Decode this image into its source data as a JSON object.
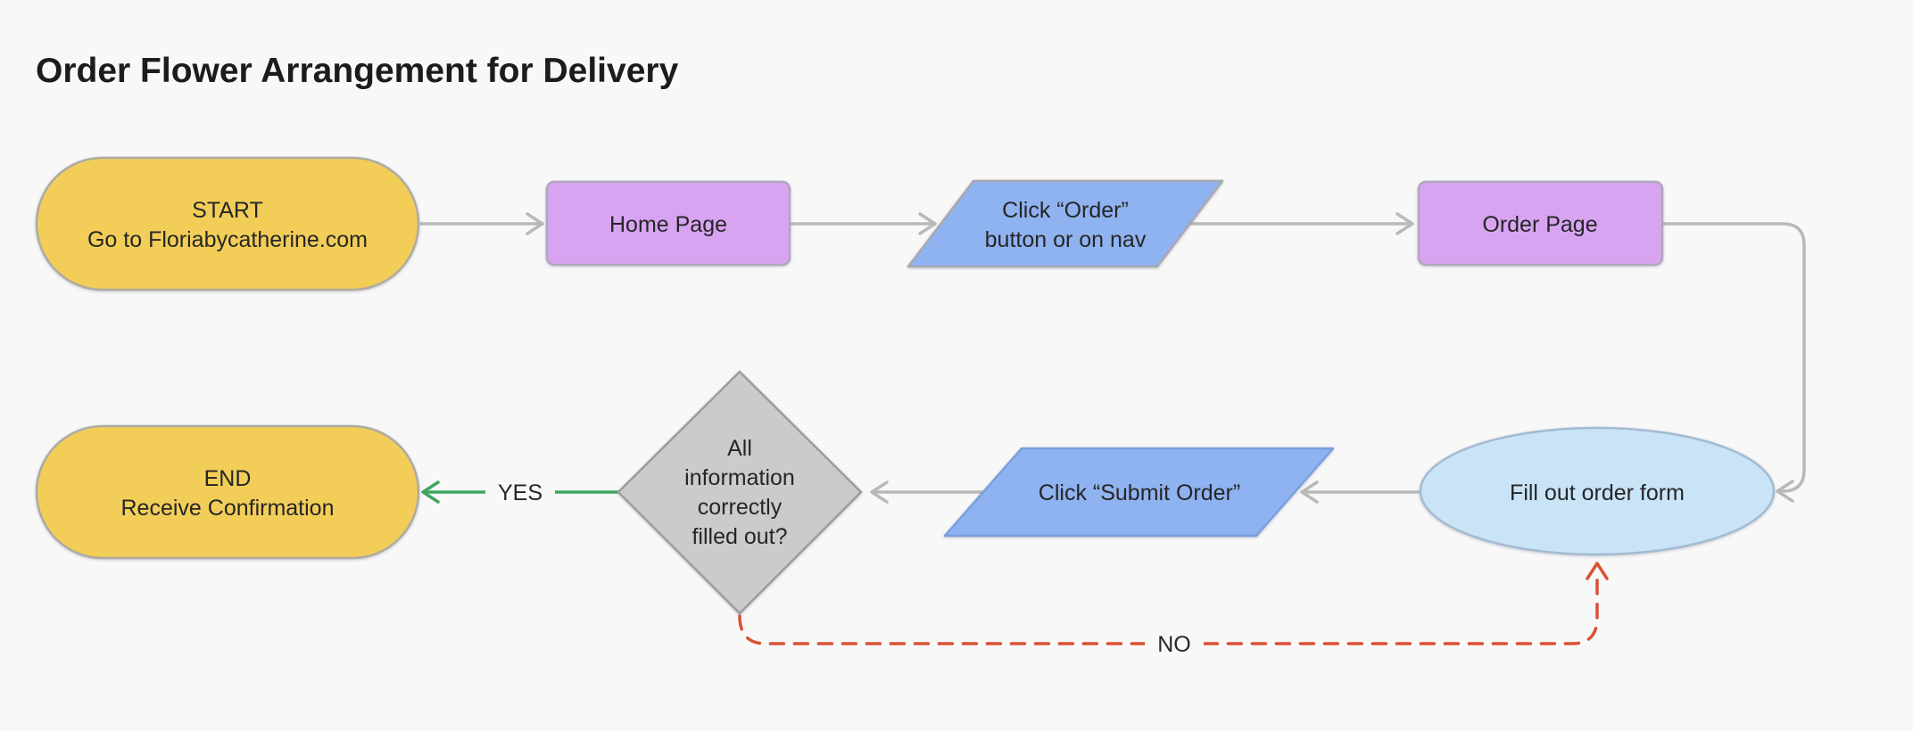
{
  "title": "Order Flower Arrangement for Delivery",
  "colors": {
    "background": "#F8F8F9",
    "text": "#262626",
    "title_text": "#1C1C1E",
    "yellow_fill": "#F2CE58",
    "yellow_stroke": "#AFABA1",
    "purple_fill": "#D8A4F2",
    "purple_stroke": "#B1A7BD",
    "blue_fill": "#8FB2F0",
    "blue_stroke_gray": "#A8A8B0",
    "blue_stroke_blue": "#7CA0DE",
    "ellipse_fill": "#C9E3F7",
    "ellipse_stroke": "#A3BBD1",
    "diamond_fill": "#CBCBCB",
    "diamond_stroke": "#9C9C9C",
    "connector_gray": "#B9B9B9",
    "connector_green": "#3EA55F",
    "connector_red": "#DB5134"
  },
  "nodes": {
    "start": {
      "line1": "START",
      "line2": "Go to Floriabycatherine.com"
    },
    "home_page": {
      "label": "Home Page"
    },
    "click_order": {
      "line1": "Click “Order”",
      "line2": "button or on nav"
    },
    "order_page": {
      "label": "Order Page"
    },
    "fill_form": {
      "label": "Fill out order form"
    },
    "click_submit": {
      "label": "Click “Submit Order”"
    },
    "decision": {
      "line1": "All",
      "line2": "information",
      "line3": "correctly",
      "line4": "filled out?"
    },
    "end": {
      "line1": "END",
      "line2": "Receive Confirmation"
    }
  },
  "edges": {
    "yes_label": "YES",
    "no_label": "NO"
  }
}
